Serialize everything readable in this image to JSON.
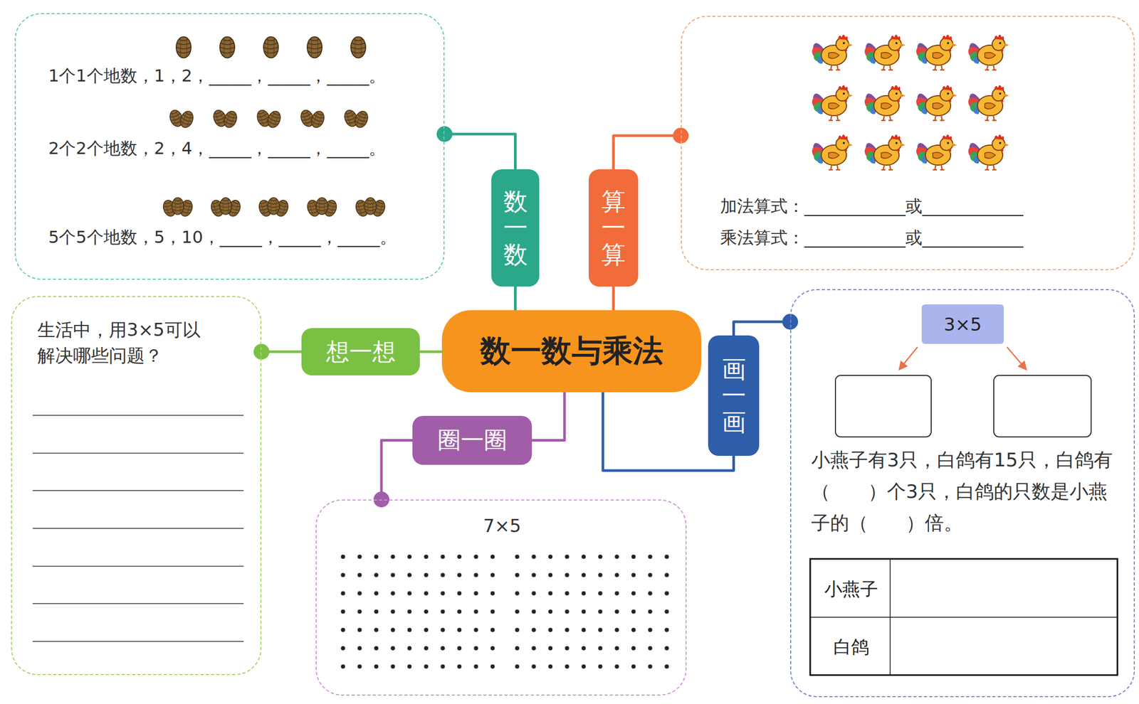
{
  "diagram": {
    "nodes": [
      {
        "text": [
          "1个1个地数，1，2，_____，_____，_____。",
          "2个2个地数，2，4，_____，_____，_____。",
          "5个5个地数，5，10，_____，_____，_____。"
        ]
      },
      {
        "text": [
          "数一数"
        ]
      },
      {
        "text": [
          "算一算"
        ]
      },
      {
        "text": [
          "加法算式：____________或____________",
          "乘法算式：____________或____________"
        ]
      },
      {
        "text": [
          "生活中，用3×5可以解决哪些问题？"
        ]
      },
      {
        "text": [
          "想一想"
        ]
      },
      {
        "text": [
          "数一数与乘法"
        ]
      },
      {
        "text": [
          "画一画"
        ]
      },
      {
        "text": [
          "小燕子有3只，白鸽有15只，白鸽有（　　）个3只，白鸽的只数是小燕子的（　　）倍。"
        ]
      },
      {
        "text": [
          "3×5"
        ],
        "in": 8
      },
      {
        "text": [
          "小燕子"
        ],
        "in": 8
      },
      {
        "text": [
          "白鸽"
        ],
        "in": 8
      },
      {
        "text": [
          "圈一圈"
        ]
      },
      {
        "text": [
          "7×5"
        ]
      }
    ],
    "edges": [
      {
        "from": 6,
        "to": 1,
        "arrow": "none"
      },
      {
        "from": 6,
        "to": 2,
        "arrow": "none"
      },
      {
        "from": 6,
        "to": 5,
        "arrow": "none"
      },
      {
        "from": 6,
        "to": 12,
        "arrow": "none"
      },
      {
        "from": 6,
        "to": 7,
        "arrow": "none"
      },
      {
        "from": 1,
        "to": 0,
        "arrow": "none"
      },
      {
        "from": 2,
        "to": 3,
        "arrow": "none"
      },
      {
        "from": 5,
        "to": 4,
        "arrow": "none"
      },
      {
        "from": 12,
        "to": 13,
        "arrow": "none"
      },
      {
        "from": 7,
        "to": 8,
        "arrow": "none"
      }
    ]
  }
}
